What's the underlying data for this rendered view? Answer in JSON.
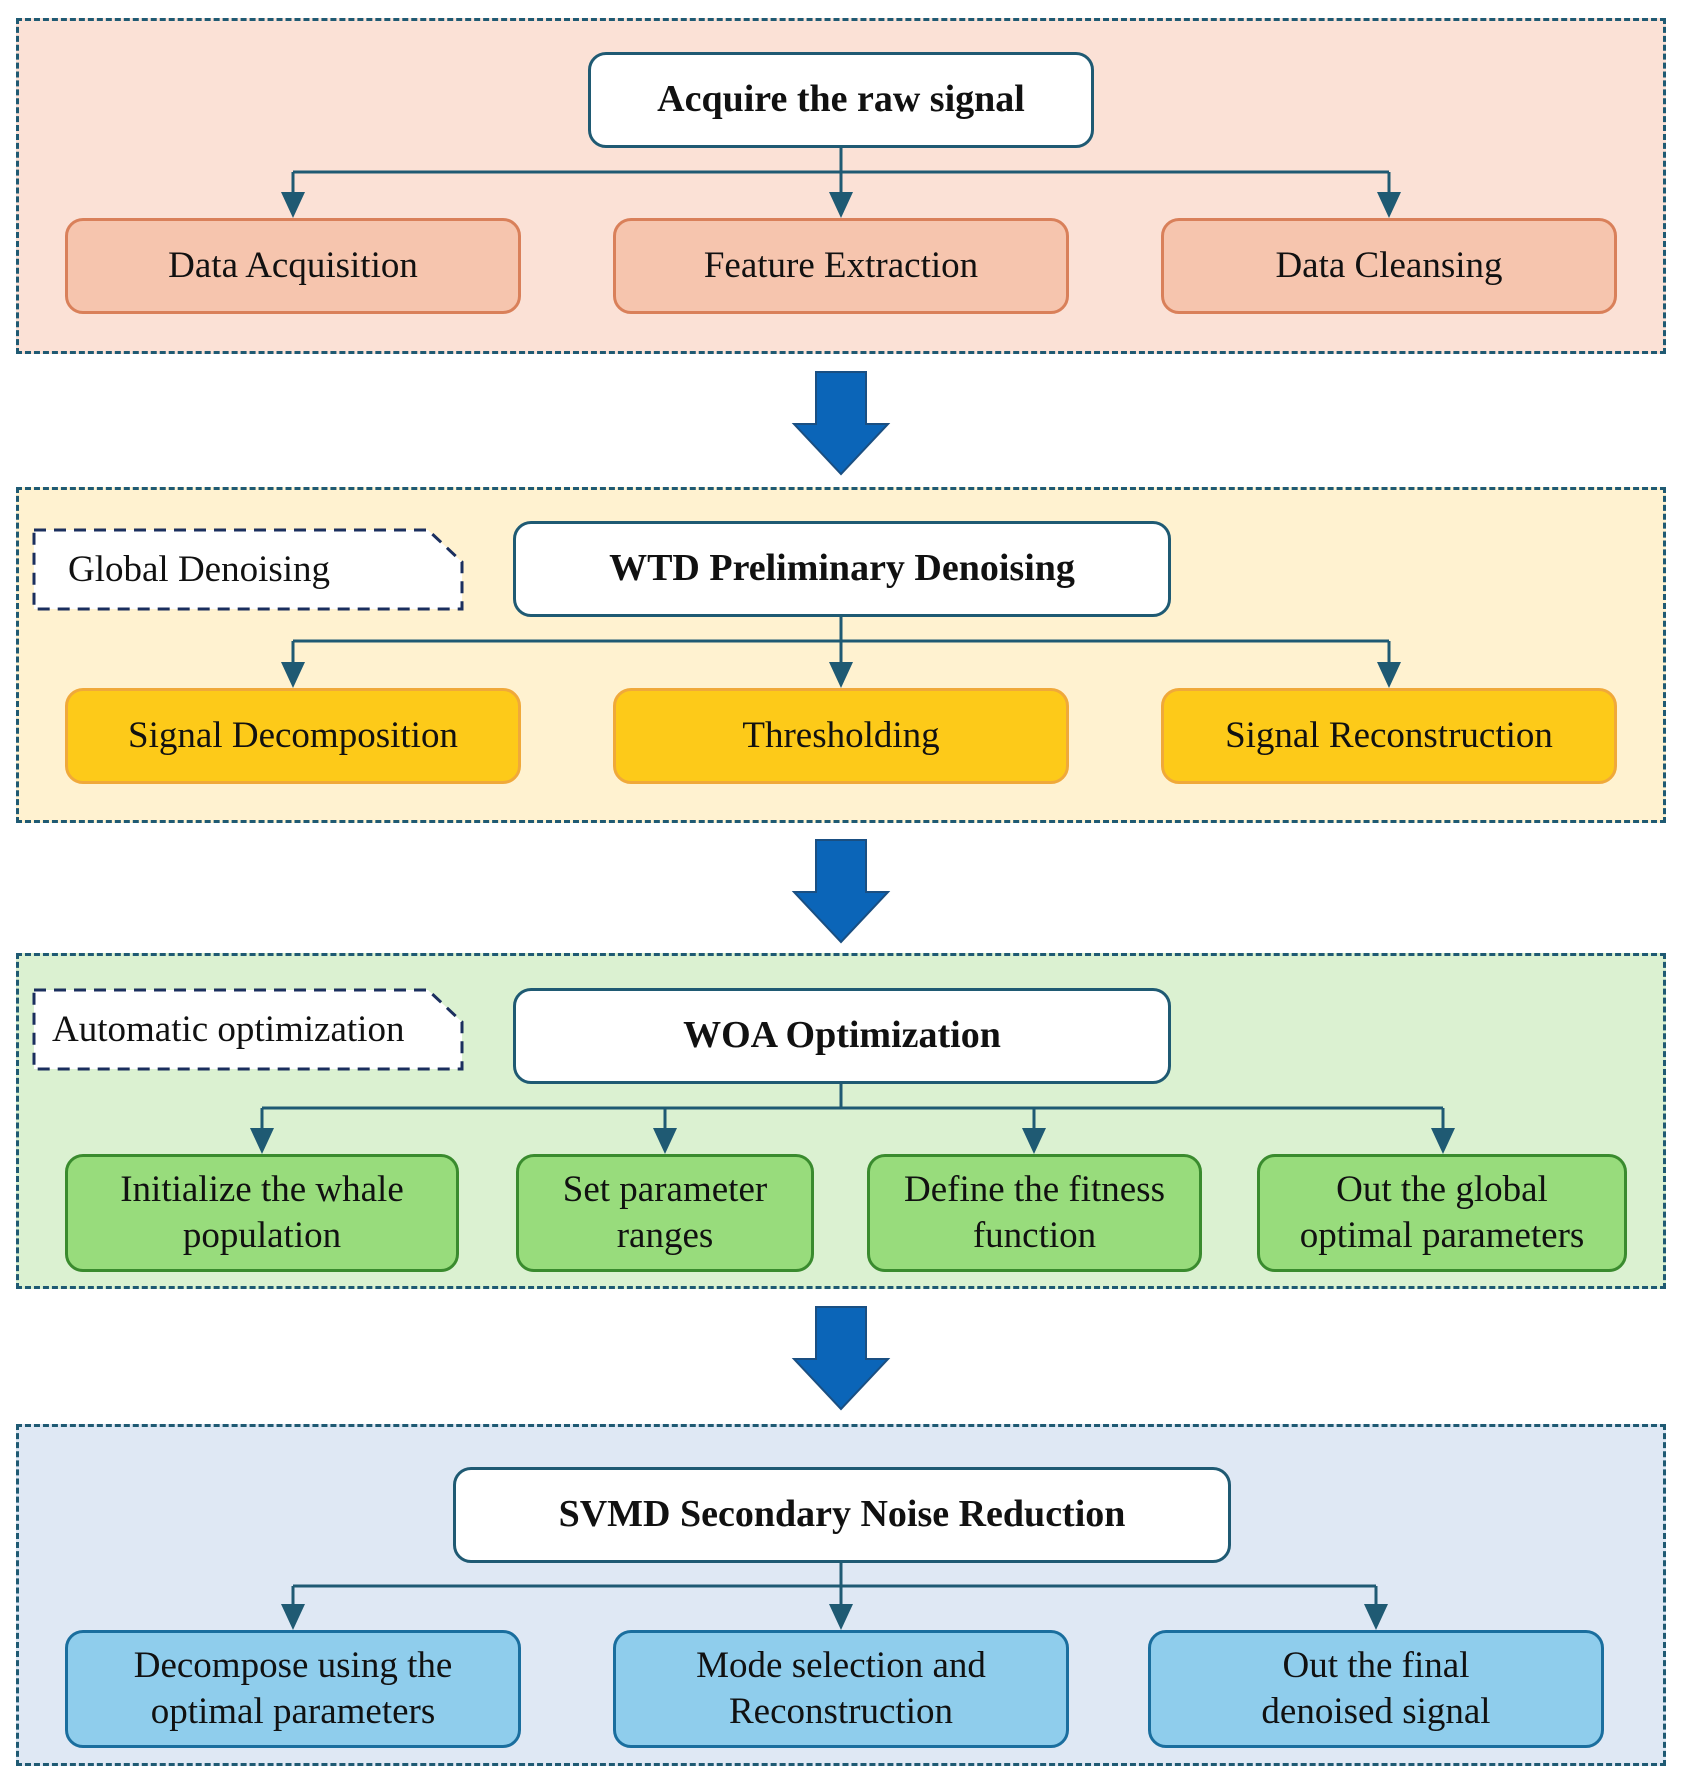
{
  "stage1": {
    "head": "Acquire the raw signal",
    "items": [
      "Data Acquisition",
      "Feature Extraction",
      "Data Cleansing"
    ]
  },
  "stage2": {
    "tag": "Global Denoising",
    "head": "WTD Preliminary Denoising",
    "items": [
      "Signal Decomposition",
      "Thresholding",
      "Signal Reconstruction"
    ]
  },
  "stage3": {
    "tag": "Automatic optimization",
    "head": "WOA Optimization",
    "items": [
      [
        "Initialize the whale",
        "population"
      ],
      [
        "Set parameter",
        "ranges"
      ],
      [
        "Define the fitness",
        "function"
      ],
      [
        "Out the global",
        "optimal parameters"
      ]
    ]
  },
  "stage4": {
    "head": "SVMD Secondary Noise Reduction",
    "items": [
      [
        "Decompose using the",
        "optimal parameters"
      ],
      [
        "Mode selection and",
        "Reconstruction"
      ],
      [
        "Out the final",
        "denoised signal"
      ]
    ]
  },
  "colors": {
    "connector": "#1f5a73",
    "big_arrow": "#0b65b8",
    "stage1_bg": "#fbe1d6",
    "stage2_bg": "#fff2d0",
    "stage3_bg": "#dbf1d1",
    "stage4_bg": "#dfe8f4"
  }
}
